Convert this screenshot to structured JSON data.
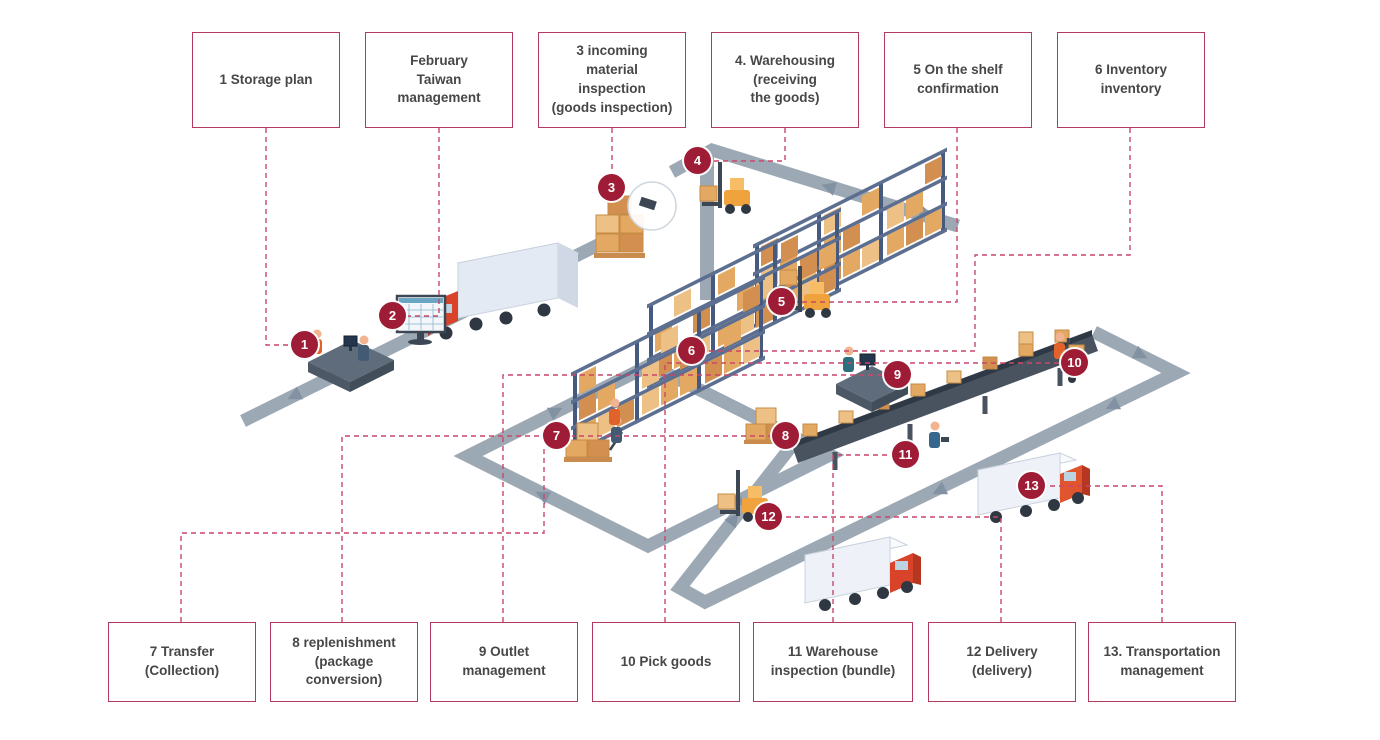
{
  "colors": {
    "box_border": "#b23a5c",
    "connector_dash": "#c9476a",
    "badge_background": "#9e1c35",
    "badge_text": "#ffffff",
    "label_text": "#474747",
    "road_gray": "#9ca9b5",
    "arrow_gray": "#8292a2",
    "rack_blue": "#5d6f91",
    "carton_tan": "#e3a963",
    "forklift_yellow": "#f0a23c",
    "truck_cab_red": "#d8432a"
  },
  "top_boxes": [
    {
      "id": 1,
      "label": "1 Storage plan"
    },
    {
      "id": 2,
      "label": "February\nTaiwan\nmanagement"
    },
    {
      "id": 3,
      "label": "3 incoming\nmaterial\ninspection\n(goods inspection)"
    },
    {
      "id": 4,
      "label": "4. Warehousing\n(receiving\nthe goods)"
    },
    {
      "id": 5,
      "label": "5 On the shelf\nconfirmation"
    },
    {
      "id": 6,
      "label": "6 Inventory\ninventory"
    }
  ],
  "bottom_boxes": [
    {
      "id": 7,
      "label": "7 Transfer\n(Collection)"
    },
    {
      "id": 8,
      "label": "8 replenishment\n(package\nconversion)"
    },
    {
      "id": 9,
      "label": "9 Outlet\nmanagement"
    },
    {
      "id": 10,
      "label": "10 Pick goods"
    },
    {
      "id": 11,
      "label": "11 Warehouse\ninspection (bundle)"
    },
    {
      "id": 12,
      "label": "12 Delivery\n(delivery)"
    },
    {
      "id": 13,
      "label": "13. Transportation\nmanagement"
    }
  ],
  "badges": [
    {
      "number": "1"
    },
    {
      "number": "2"
    },
    {
      "number": "3"
    },
    {
      "number": "4"
    },
    {
      "number": "5"
    },
    {
      "number": "6"
    },
    {
      "number": "7"
    },
    {
      "number": "8"
    },
    {
      "number": "9"
    },
    {
      "number": "10"
    },
    {
      "number": "11"
    },
    {
      "number": "12"
    },
    {
      "number": "13"
    }
  ]
}
